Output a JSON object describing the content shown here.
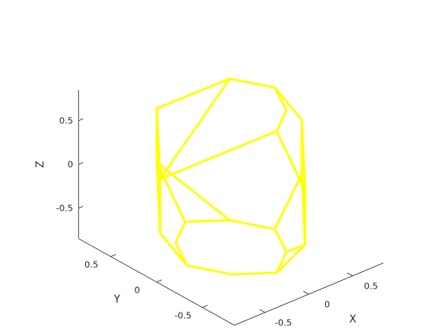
{
  "chart_data": {
    "type": "wireframe-3d",
    "shape": "dodecahedron",
    "title": "",
    "line_color": "#ffff00",
    "background": "#ffffff",
    "axis_color": "#262626",
    "grid": false,
    "xlabel": "X",
    "ylabel": "Y",
    "zlabel": "Z",
    "xlim": [
      -0.85,
      0.85
    ],
    "ylim": [
      -0.85,
      0.85
    ],
    "zlim": [
      -0.85,
      0.85
    ],
    "x_ticks": [
      {
        "value": -0.5,
        "label": "-0.5"
      },
      {
        "value": 0,
        "label": "0"
      },
      {
        "value": 0.5,
        "label": "0.5"
      }
    ],
    "y_ticks": [
      {
        "value": -0.5,
        "label": "-0.5"
      },
      {
        "value": 0,
        "label": "0"
      },
      {
        "value": 0.5,
        "label": "0.5"
      }
    ],
    "z_ticks": [
      {
        "value": -0.5,
        "label": "-0.5"
      },
      {
        "value": 0,
        "label": "0"
      },
      {
        "value": 0.5,
        "label": "0.5"
      }
    ],
    "vertices": [
      [
        0.0,
        -0.5,
        -0.809
      ],
      [
        0.309,
        -0.309,
        -0.809
      ],
      [
        0.5,
        0.0,
        -0.809
      ],
      [
        0.309,
        0.309,
        -0.809
      ],
      [
        0.0,
        0.5,
        -0.809
      ],
      [
        -0.309,
        0.309,
        -0.809
      ],
      [
        -0.5,
        0.0,
        -0.809
      ],
      [
        -0.309,
        -0.309,
        -0.809
      ],
      [
        0.809,
        0.0,
        -0.309
      ],
      [
        0.0,
        0.809,
        -0.309
      ],
      [
        -0.809,
        0.0,
        -0.309
      ],
      [
        0.0,
        -0.809,
        -0.309
      ],
      [
        0.809,
        0.0,
        0.309
      ],
      [
        0.0,
        0.809,
        0.309
      ],
      [
        -0.809,
        0.0,
        0.309
      ],
      [
        0.0,
        -0.809,
        0.309
      ],
      [
        0.0,
        -0.5,
        0.809
      ],
      [
        0.309,
        -0.309,
        0.809
      ],
      [
        0.5,
        0.0,
        0.809
      ],
      [
        0.309,
        0.309,
        0.809
      ]
    ],
    "edges": [
      [
        0,
        1
      ],
      [
        1,
        2
      ],
      [
        2,
        3
      ],
      [
        3,
        4
      ],
      [
        4,
        5
      ],
      [
        5,
        6
      ],
      [
        6,
        7
      ],
      [
        7,
        0
      ],
      [
        2,
        8
      ],
      [
        4,
        9
      ],
      [
        6,
        10
      ],
      [
        0,
        11
      ],
      [
        8,
        12
      ],
      [
        9,
        13
      ],
      [
        10,
        14
      ],
      [
        11,
        15
      ],
      [
        12,
        18
      ],
      [
        13,
        19
      ],
      [
        15,
        16
      ],
      [
        16,
        17
      ],
      [
        17,
        18
      ],
      [
        18,
        19
      ],
      [
        14,
        16
      ],
      [
        14,
        19
      ],
      [
        8,
        11
      ],
      [
        9,
        10
      ],
      [
        12,
        15
      ],
      [
        13,
        14
      ],
      [
        1,
        11
      ],
      [
        3,
        9
      ]
    ]
  }
}
